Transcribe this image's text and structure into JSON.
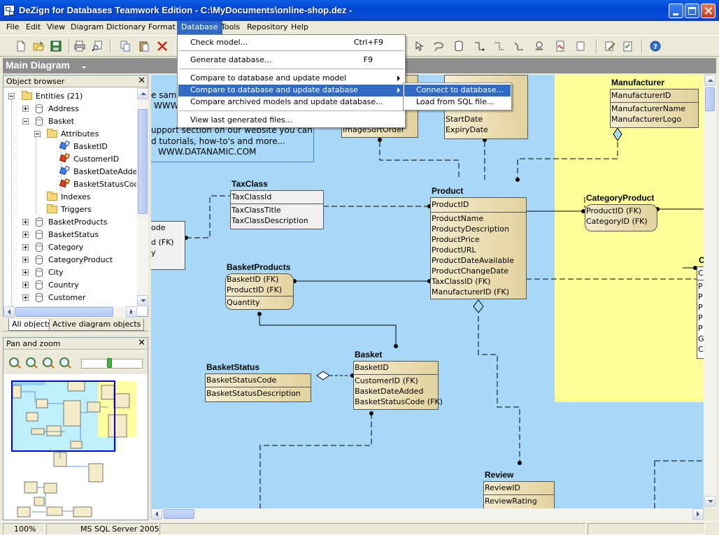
{
  "window": {
    "title": "DeZign for Databases Teamwork Edition - C:\\MyDocuments\\online-shop.dez -"
  },
  "menubar": [
    "File",
    "Edit",
    "View",
    "Diagram",
    "Dictionary",
    "Format",
    "Database",
    "Tools",
    "Repository",
    "Help"
  ],
  "diagram_title": "Main Diagram",
  "object_browser": {
    "title": "Object browser",
    "close": "✕",
    "root": "Entities (21)",
    "items": {
      "address": "Address",
      "basket": "Basket",
      "attributes": "Attributes",
      "basket_id": "BasketID",
      "customer_id": "CustomerID",
      "basket_date_added": "BasketDateAdded",
      "basket_status_code": "BasketStatusCode",
      "indexes": "Indexes",
      "triggers": "Triggers",
      "basket_products": "BasketProducts",
      "basket_status": "BasketStatus",
      "category": "Category",
      "category_product": "CategoryProduct",
      "city": "City",
      "country": "Country",
      "customer": "Customer"
    },
    "tabs": [
      "All objects",
      "Active diagram objects"
    ]
  },
  "pan_zoom": {
    "title": "Pan and zoom",
    "close": "✕"
  },
  "status": {
    "zoom": "100%",
    "database": "MS SQL Server 2005"
  },
  "database_menu": {
    "check_model": "Check model...",
    "check_model_shortcut": "Ctrl+F9",
    "generate": "Generate database...",
    "generate_shortcut": "F9",
    "compare_update_model": "Compare to database and update model",
    "compare_update_db": "Compare to database and update database",
    "compare_archived": "Compare archived models and update database...",
    "view_scripts": "View last generated files..."
  },
  "submenu": {
    "connect": "Connect to database...",
    "load_sql": "Load from SQL file..."
  },
  "note": {
    "line1": "e sampl",
    "line2": "WWW",
    "line3": "upport section on our website you can",
    "line4": "d tutorials, how-to's and more...",
    "line5": "WWW.DATANAMIC.COM"
  },
  "entities": {
    "partial_top": {
      "rows": [
        "ImageSortOrder"
      ]
    },
    "partial_top2": {
      "rows": [
        "StartDate",
        "ExpiryDate"
      ]
    },
    "manufacturer": {
      "name": "Manufacturer",
      "pk": [
        "ManufacturerID"
      ],
      "rows": [
        "ManufacturerName",
        "ManufacturerLogo"
      ]
    },
    "taxclass": {
      "name": "TaxClass",
      "pk": [
        "TaxClassId"
      ],
      "rows": [
        "TaxClassTitle",
        "TaxClassDescription"
      ]
    },
    "product": {
      "name": "Product",
      "pk": [
        "ProductID"
      ],
      "rows": [
        "ProductName",
        "ProductyDescription",
        "ProductPrice",
        "ProductURL",
        "ProductDateAvailable",
        "ProductChangeDate",
        "TaxClassID (FK)",
        "ManufacturerID (FK)"
      ]
    },
    "categoryproduct": {
      "name": "CategoryProduct",
      "pk": [
        "ProductID (FK)",
        "CategoryID (FK)"
      ]
    },
    "partial_left": {
      "rows": [
        "ode",
        "d (FK)",
        "y"
      ]
    },
    "basketproducts": {
      "name": "BasketProducts",
      "pk": [
        "BasketID (FK)",
        "ProductID (FK)"
      ],
      "rows": [
        "Quantity"
      ]
    },
    "basket": {
      "name": "Basket",
      "pk": [
        "BasketID"
      ],
      "rows": [
        "CustomerID (FK)",
        "BasketDateAdded",
        "BasketStatusCode (FK)"
      ]
    },
    "basketstatus": {
      "name": "BasketStatus",
      "pk": [
        "BasketStatusCode"
      ],
      "rows": [
        "BasketStatusDescription"
      ]
    },
    "review": {
      "name": "Review",
      "pk": [
        "ReviewID"
      ],
      "rows": [
        "ReviewRating"
      ]
    },
    "partial_right": {
      "name": "O",
      "rows": [
        "C",
        "P",
        "P",
        "P",
        "P",
        "P",
        "G",
        "C"
      ]
    }
  }
}
